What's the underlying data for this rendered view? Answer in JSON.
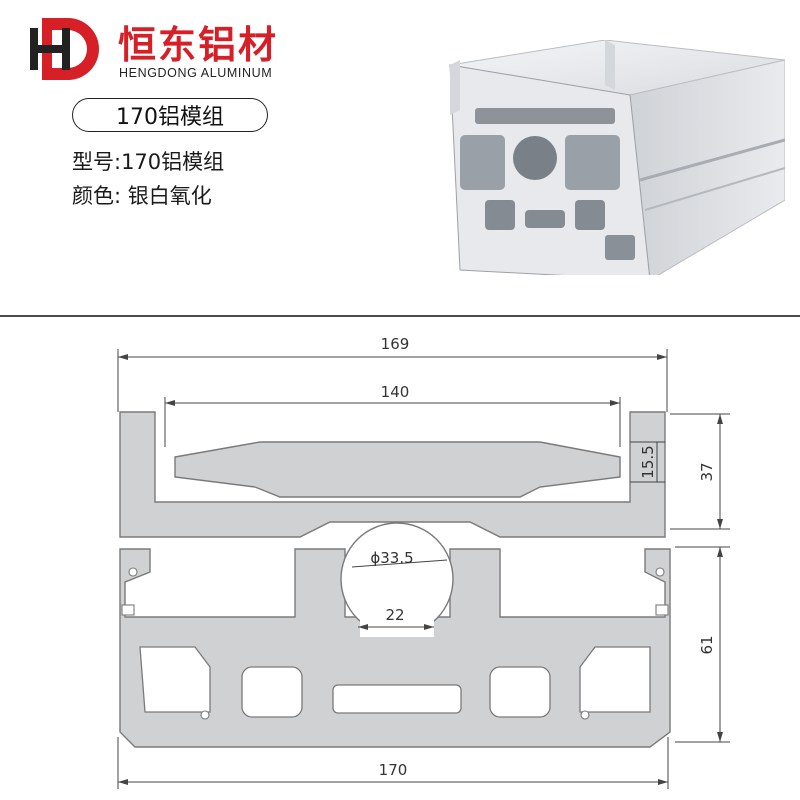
{
  "brand": {
    "name_cn": "恒东铝材",
    "name_en": "HENGDONG ALUMINUM",
    "logo_icon": "hd-logo-icon",
    "accent_color": "#d61f26"
  },
  "product": {
    "title": "170铝模组",
    "model_line": "型号:170铝模组",
    "color_line": "颜色: 银白氧化"
  },
  "drawing": {
    "dimensions": {
      "overall_top_width": "169",
      "inner_channel_width": "140",
      "lip_height": "15.5",
      "upper_height": "37",
      "lower_height": "61",
      "overall_bottom_width": "170",
      "bore_diameter": "ϕ33.5",
      "slot_width": "22"
    }
  }
}
